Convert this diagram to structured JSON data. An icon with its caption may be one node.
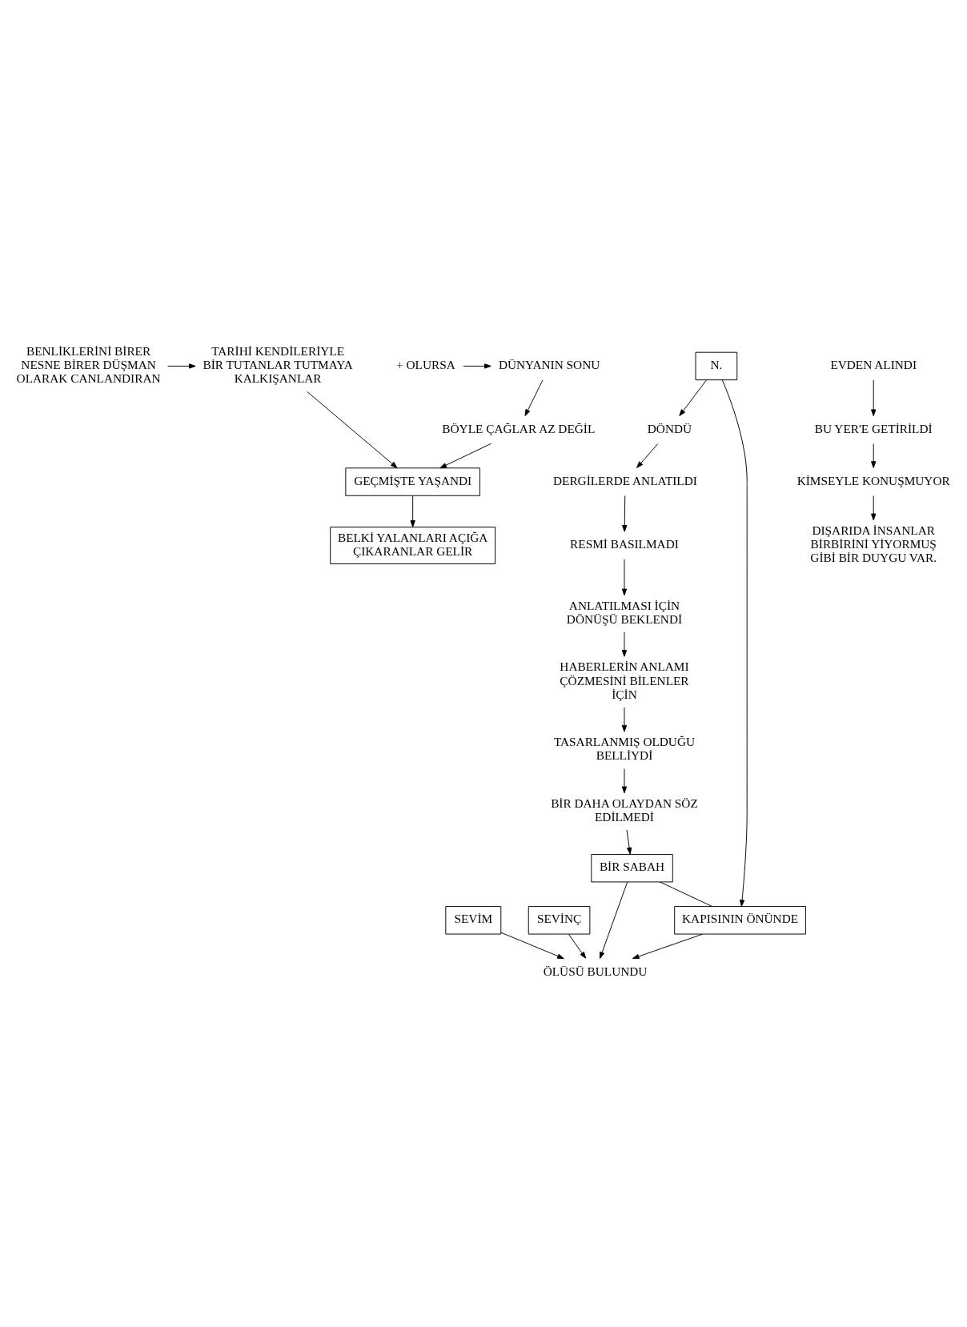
{
  "diagram": {
    "nodes": [
      {
        "text": [
          "BENLİKLERİNİ BİRER NESNE BİRER DÜŞMAN OLARAK CANLANDIRAN"
        ]
      },
      {
        "text": [
          "TARİHİ KENDİLERİYLE BİR TUTANLAR TUTMAYA KALKIŞANLAR"
        ]
      },
      {
        "text": [
          "+ OLURSA"
        ]
      },
      {
        "text": [
          "DÜNYANIN SONU"
        ]
      },
      {
        "text": [
          "BÖYLE ÇAĞLAR AZ DEĞİL"
        ]
      },
      {
        "text": [
          "GEÇMİŞTE YAŞANDI"
        ]
      },
      {
        "text": [
          "BELKİ YALANLARI AÇIĞA ÇIKARANLAR GELİR"
        ]
      },
      {
        "text": [
          "DÖNDÜ"
        ]
      },
      {
        "text": [
          "N."
        ]
      },
      {
        "text": [
          "DERGİLERDE ANLATILDI"
        ]
      },
      {
        "text": [
          "RESMİ BASILMADI"
        ]
      },
      {
        "text": [
          "ANLATILMASI İÇİN DÖNÜŞÜ BEKLENDİ"
        ]
      },
      {
        "text": [
          "HABERLERİN ANLAMI ÇÖZMESİNİ BİLENLER İÇİN"
        ]
      },
      {
        "text": [
          "TASARLANMIŞ OLDUĞU BELLİYDİ"
        ]
      },
      {
        "text": [
          "BİR DAHA OLAYDAN SÖZ EDİLMEDİ"
        ]
      },
      {
        "text": [
          "BİR SABAH"
        ]
      },
      {
        "text": [
          "EVDEN ALINDI"
        ]
      },
      {
        "text": [
          "BU YER'E GETİRİLDİ"
        ]
      },
      {
        "text": [
          "KİMSEYLE KONUŞMUYOR"
        ]
      },
      {
        "text": [
          "DIŞARIDA İNSANLAR BİRBİRİNİ YİYORMUŞ GİBİ BİR DUYGU VAR."
        ]
      },
      {
        "text": [
          "KAPISININ ÖNÜNDE"
        ]
      },
      {
        "text": [
          "SEVİM"
        ]
      },
      {
        "text": [
          "SEVİNÇ"
        ]
      },
      {
        "text": [
          "ÖLÜSÜ BULUNDU"
        ]
      }
    ],
    "edges": [
      {
        "from": 0,
        "to": 1,
        "arrow": "to"
      },
      {
        "from": 2,
        "to": 3,
        "arrow": "to"
      },
      {
        "from": 3,
        "to": 4,
        "arrow": "to"
      },
      {
        "from": 4,
        "to": 5,
        "arrow": "to"
      },
      {
        "from": 1,
        "to": 5,
        "arrow": "to"
      },
      {
        "from": 5,
        "to": 6,
        "arrow": "to"
      },
      {
        "from": 8,
        "to": 7,
        "arrow": "to"
      },
      {
        "from": 7,
        "to": 9,
        "arrow": "to"
      },
      {
        "from": 9,
        "to": 10,
        "arrow": "to"
      },
      {
        "from": 10,
        "to": 11,
        "arrow": "to"
      },
      {
        "from": 11,
        "to": 12,
        "arrow": "to"
      },
      {
        "from": 12,
        "to": 13,
        "arrow": "to"
      },
      {
        "from": 13,
        "to": 14,
        "arrow": "to"
      },
      {
        "from": 14,
        "to": 15,
        "arrow": "to"
      },
      {
        "from": 16,
        "to": 17,
        "arrow": "to"
      },
      {
        "from": 17,
        "to": 18,
        "arrow": "to"
      },
      {
        "from": 18,
        "to": 19,
        "arrow": "to"
      },
      {
        "from": 8,
        "to": 20,
        "arrow": "to"
      },
      {
        "from": 20,
        "to": 23,
        "arrow": "to"
      },
      {
        "from": 15,
        "to": 20,
        "arrow": "none"
      },
      {
        "from": 15,
        "to": 23,
        "arrow": "to"
      },
      {
        "from": 21,
        "to": 23,
        "arrow": "to"
      },
      {
        "from": 22,
        "to": 23,
        "arrow": "to"
      }
    ]
  }
}
